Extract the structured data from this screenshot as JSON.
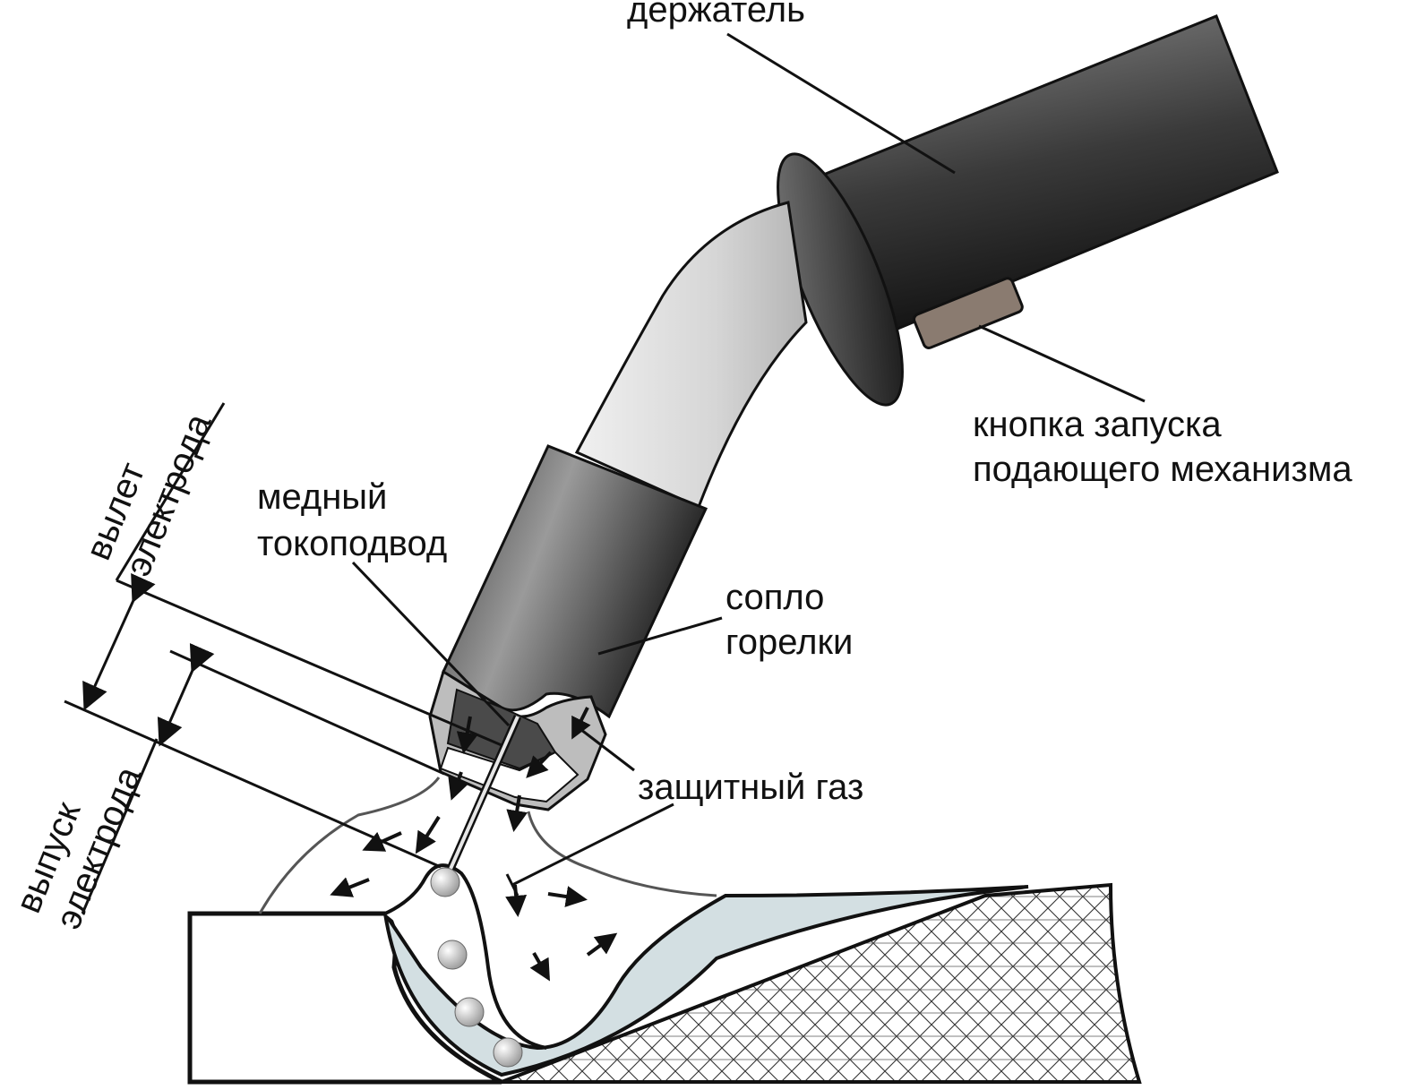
{
  "labels": {
    "holder": "держатель",
    "start_button_line1": "кнопка запуска",
    "start_button_line2": "подающего механизма",
    "copper_line1": "медный",
    "copper_line2": "токоподвод",
    "nozzle_line1": "сопло",
    "nozzle_line2": "горелки",
    "shield_gas": "защитный газ",
    "stickout_line1": "вылет",
    "stickout_line2": "электрода",
    "extension_line1": "выпуск",
    "extension_line2": "электрода"
  },
  "colors": {
    "outline": "#111111",
    "neck_light": "#dcdcdc",
    "handle_dark": "#1e1e1e",
    "handle_light": "#8a8a8a",
    "button": "#8a7b70",
    "weld_pool": "#d3dfe2",
    "metal": "#ffffff",
    "droplet": "#c8c8c8"
  }
}
